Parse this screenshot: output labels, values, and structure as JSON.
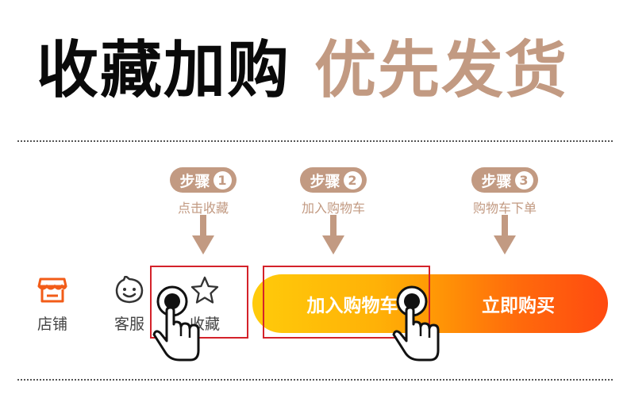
{
  "headline": {
    "part1": "收藏加购",
    "part2": "优先发货"
  },
  "steps": [
    {
      "label": "步骤",
      "num": "1",
      "desc": "点击收藏"
    },
    {
      "label": "步骤",
      "num": "2",
      "desc": "加入购物车"
    },
    {
      "label": "步骤",
      "num": "3",
      "desc": "购物车下单"
    }
  ],
  "bottom_bar": {
    "shop_label": "店铺",
    "service_label": "客服",
    "favorite_label": "收藏",
    "add_cart_label": "加入购物车",
    "buy_now_label": "立即购买"
  },
  "colors": {
    "accent": "#c29a82",
    "shop_icon": "#f25c18",
    "highlight_box": "#d4222a",
    "button_gradient_start": "#ffcb0a",
    "button_gradient_end": "#ff4a10"
  },
  "icons": [
    "shop-icon",
    "smiley-chat-icon",
    "star-icon",
    "hand-pointer-icon",
    "down-arrow-icon"
  ]
}
